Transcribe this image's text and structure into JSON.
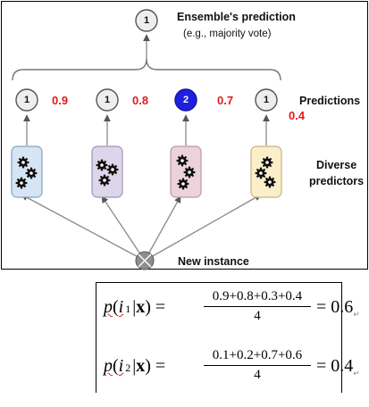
{
  "diagram": {
    "title": "Ensemble's prediction",
    "subtitle": "(e.g., majority vote)",
    "ensemble_output": "1",
    "predictions_label": "Predictions",
    "predictors_label_line1": "Diverse",
    "predictors_label_line2": "predictors",
    "input_label": "New instance",
    "predictors": [
      {
        "prediction": "1",
        "probability": "0.9",
        "fill": "#d6e5f3"
      },
      {
        "prediction": "1",
        "probability": "0.8",
        "fill": "#ddd5ea"
      },
      {
        "prediction": "2",
        "probability": "0.7",
        "fill": "#ecd3da"
      },
      {
        "prediction": "1",
        "probability": "0.4",
        "fill": "#faefc9"
      }
    ],
    "colors": {
      "probability_text": "#e01b1b",
      "selected_prediction": "#1f1fe0",
      "prediction_circle": "#eeeeee",
      "input_node": "#8e8e8e"
    }
  },
  "formulas": [
    {
      "p": "p",
      "open": "(",
      "i": "i",
      "class_index": "1",
      "cond": "|",
      "x": "x",
      "close": ")",
      "eq": "=",
      "numerator": "0.9+0.8+0.3+0.4",
      "denominator": "4",
      "result": "= 0.6"
    },
    {
      "p": "p",
      "open": "(",
      "i": "i",
      "class_index": "2",
      "cond": "|",
      "x": "x",
      "close": ")",
      "eq": "=",
      "numerator": "0.1+0.2+0.7+0.6",
      "denominator": "4",
      "result": "= 0.4"
    }
  ]
}
